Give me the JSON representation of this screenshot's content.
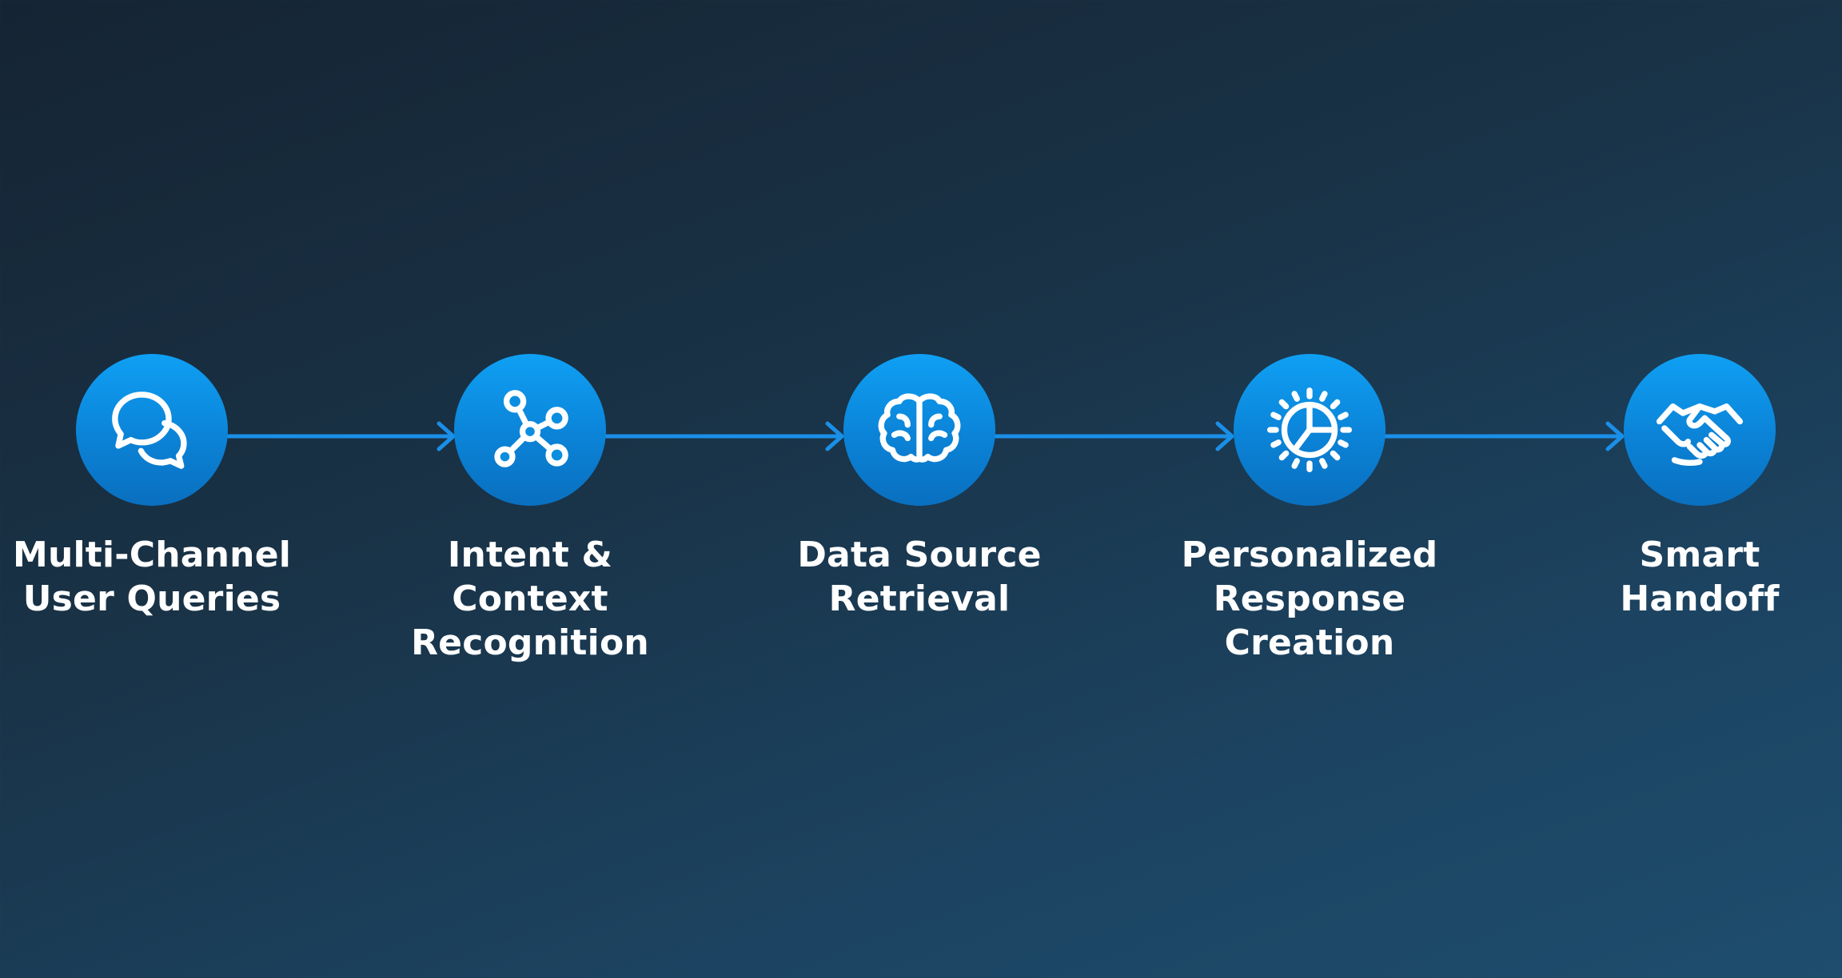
{
  "colors": {
    "accent": "#0b8ee0",
    "connector": "#1a8fe8",
    "text": "#ffffff",
    "background": "#193246"
  },
  "steps": [
    {
      "icon": "chat-bubbles-icon",
      "lines": [
        "Multi-Channel",
        "User Queries"
      ]
    },
    {
      "icon": "network-nodes-icon",
      "lines": [
        "Intent &",
        "Context",
        "Recognition"
      ]
    },
    {
      "icon": "brain-icon",
      "lines": [
        "Data Source",
        "Retrieval"
      ]
    },
    {
      "icon": "gear-segments-icon",
      "lines": [
        "Personalized",
        "Response",
        "Creation"
      ]
    },
    {
      "icon": "handshake-icon",
      "lines": [
        "Smart",
        "Handoff"
      ]
    }
  ]
}
